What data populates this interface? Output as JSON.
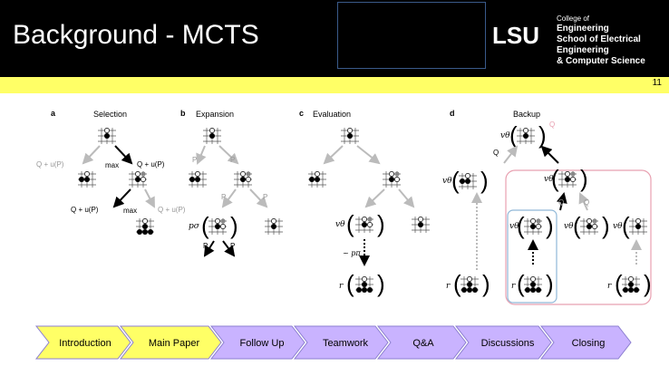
{
  "header": {
    "title": "Background - MCTS",
    "logo_text": "LSU",
    "college_line1": "College of",
    "college_line2": "Engineering",
    "college_line3": "School of Electrical Engineering",
    "college_line4": "& Computer Science"
  },
  "page_number": "11",
  "figure": {
    "panels": [
      {
        "letter": "a",
        "title": "Selection"
      },
      {
        "letter": "b",
        "title": "Expansion"
      },
      {
        "letter": "c",
        "title": "Evaluation"
      },
      {
        "letter": "d",
        "title": "Backup"
      }
    ],
    "labels": {
      "q_plus_u": "Q + u(P)",
      "max": "max",
      "p": "P",
      "p_sigma": "pσ",
      "v_theta": "vθ",
      "p_pi": "~ pπ",
      "r": "r",
      "q": "Q"
    }
  },
  "nav": {
    "items": [
      {
        "label": "Introduction",
        "color": "#ffff66"
      },
      {
        "label": "Main Paper",
        "color": "#ffff66"
      },
      {
        "label": "Follow Up",
        "color": "#c9b3ff"
      },
      {
        "label": "Teamwork",
        "color": "#c9b3ff"
      },
      {
        "label": "Q&A",
        "color": "#c9b3ff"
      },
      {
        "label": "Discussions",
        "color": "#c9b3ff"
      },
      {
        "label": "Closing",
        "color": "#c9b3ff"
      }
    ]
  }
}
